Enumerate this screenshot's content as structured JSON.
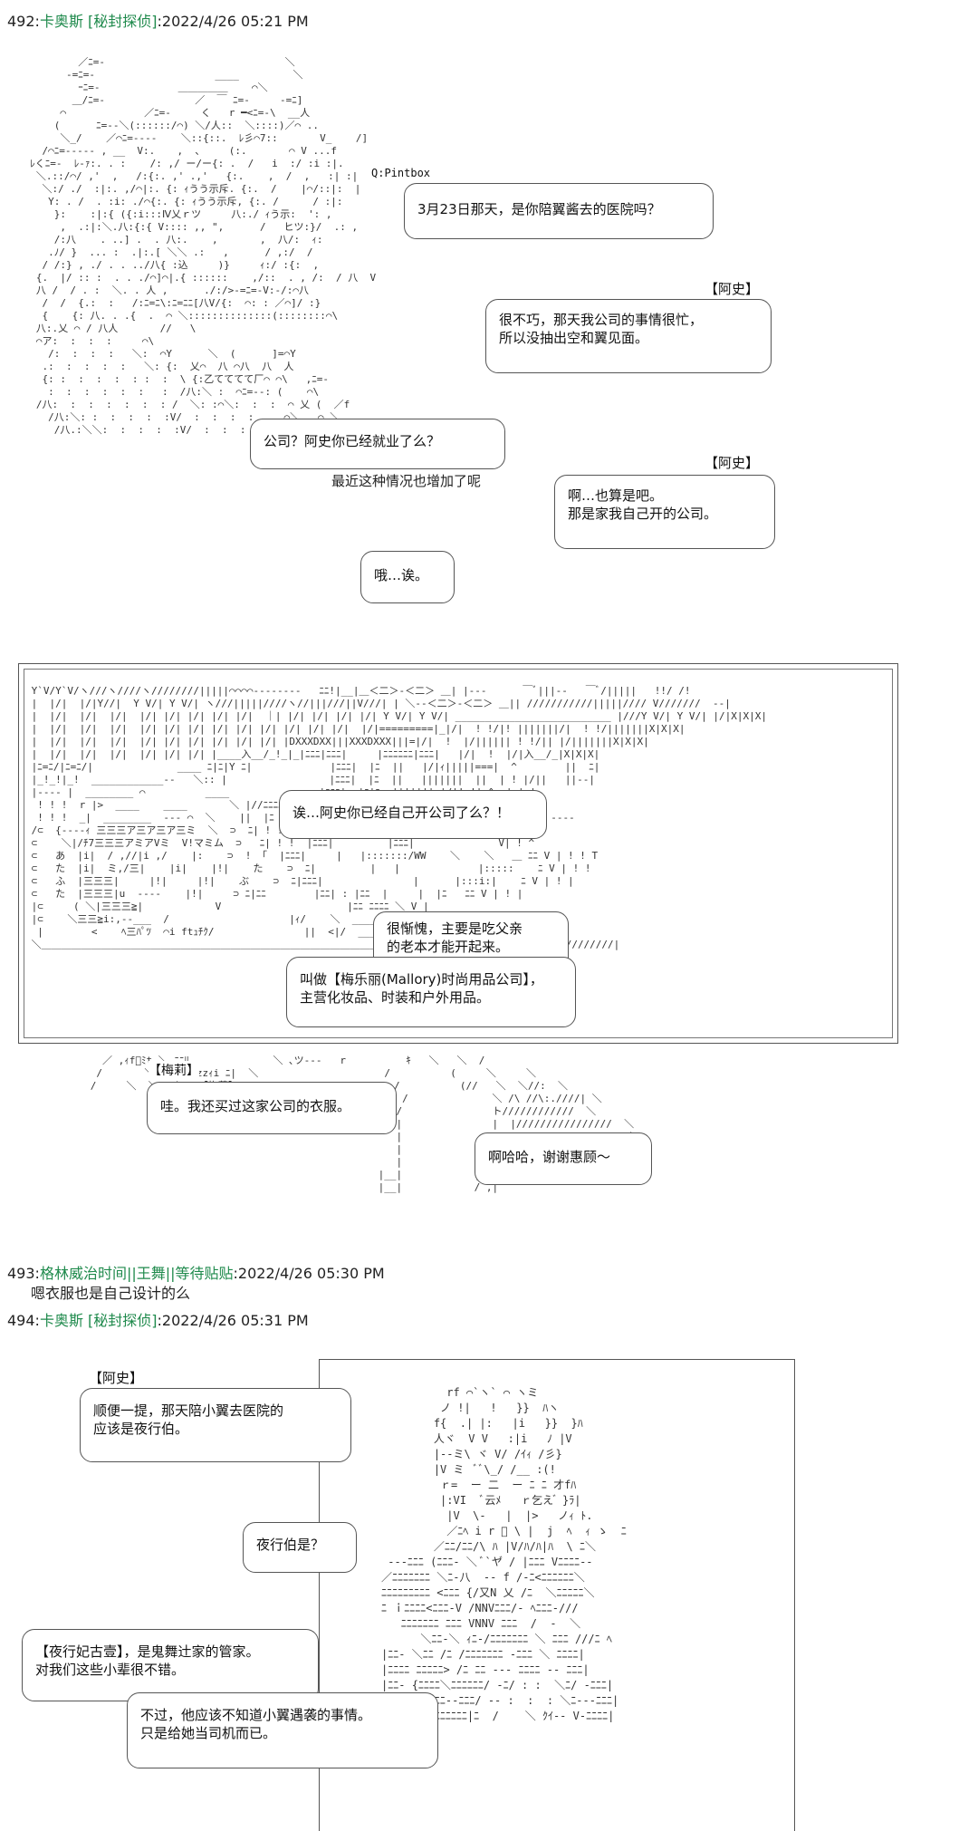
{
  "posts": [
    {
      "num": "492:",
      "name": "卡奥斯 [秘封探侦]",
      "date": ":2022/4/26 05:21 PM"
    },
    {
      "num": "493:",
      "name": "格林威治时间||王舞||等待贴贴",
      "date": ":2022/4/26 05:30 PM",
      "body": "嗯衣服也是自己设计的么"
    },
    {
      "num": "494:",
      "name": "卡奥斯 [秘封探侦]",
      "date": ":2022/4/26 05:31 PM"
    }
  ],
  "panel1": {
    "tag": "Q:Pintbox",
    "b1": "3月23日那天，是你陪翼酱去的医院吗？",
    "s2": "【阿史】",
    "b2a": "很不巧，那天我公司的事情很忙，",
    "b2b": "所以没抽出空和翼见面。",
    "b3": "公司？阿史你已经就业了么？",
    "t4": "最近这种情况也增加了呢",
    "s5": "【阿史】",
    "b5a": "啊…也算是吧。",
    "b5b": "那是家我自己开的公司。",
    "b6": "哦…诶。"
  },
  "panel2": {
    "b1": "诶…阿史你已经自己开公司了么？！",
    "b2a": "很惭愧，主要是吃父亲",
    "b2b": "的老本才能开起来。",
    "b3a": "叫做【梅乐丽(Mallory)时尚用品公司】，",
    "b3b": "主营化妆品、时装和户外用品。",
    "s4": "【梅莉】",
    "b4": "哇。我还买过这家公司的衣服。",
    "b5": "啊哈哈，谢谢惠顾～"
  },
  "panel3": {
    "s1": "【阿史】",
    "b1a": "顺便一提，那天陪小翼去医院的",
    "b1b": "应该是夜行伯。",
    "b2": "夜行伯是？",
    "b3a": "【夜行妃古壹】，是鬼舞辻家的管家。",
    "b3b": "对我们这些小辈很不错。",
    "b4a": "不过，他应该不知道小翼遇袭的事情。",
    "b4b": "只是给她当司机而已。"
  }
}
